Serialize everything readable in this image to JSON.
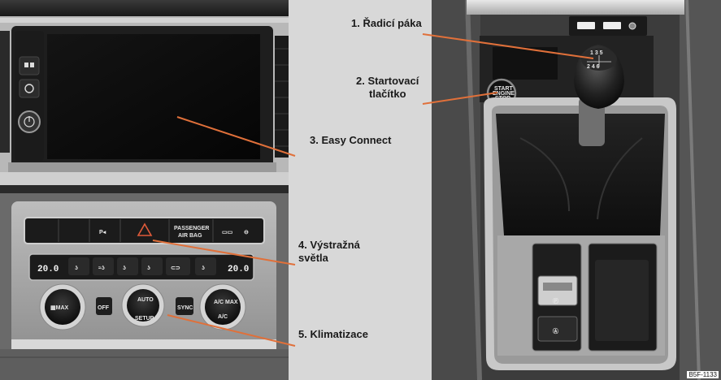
{
  "callouts": [
    {
      "num": "1.",
      "text": "Řadicí páka"
    },
    {
      "num": "2.",
      "text": "Startovací",
      "text2": "tlačítko"
    },
    {
      "num": "3.",
      "text": "Easy Connect"
    },
    {
      "num": "4.",
      "text": "Výstražná",
      "text2": "světla"
    },
    {
      "num": "5.",
      "text": "Klimatizace"
    }
  ],
  "dashboard": {
    "passenger_airbag_line1": "PASSENGER",
    "passenger_airbag_line2": "AIR BAG",
    "temp_left": "20.0",
    "temp_right": "20.0",
    "btn_off": "OFF",
    "btn_auto": "AUTO",
    "btn_setup": "SETUP",
    "btn_sync": "SYNC",
    "btn_ac_max": "A/C MAX",
    "btn_ac": "A/C"
  },
  "console": {
    "gear_numbers_top": "1 3 5",
    "gear_numbers_bottom": "2 4 6",
    "start_line1": "START",
    "start_line2": "ENGINE",
    "start_line3": "STOP"
  },
  "figure_code": "B5F-1133",
  "colors": {
    "callout_line": "#e0703a",
    "divider": "#d8d8d8"
  }
}
